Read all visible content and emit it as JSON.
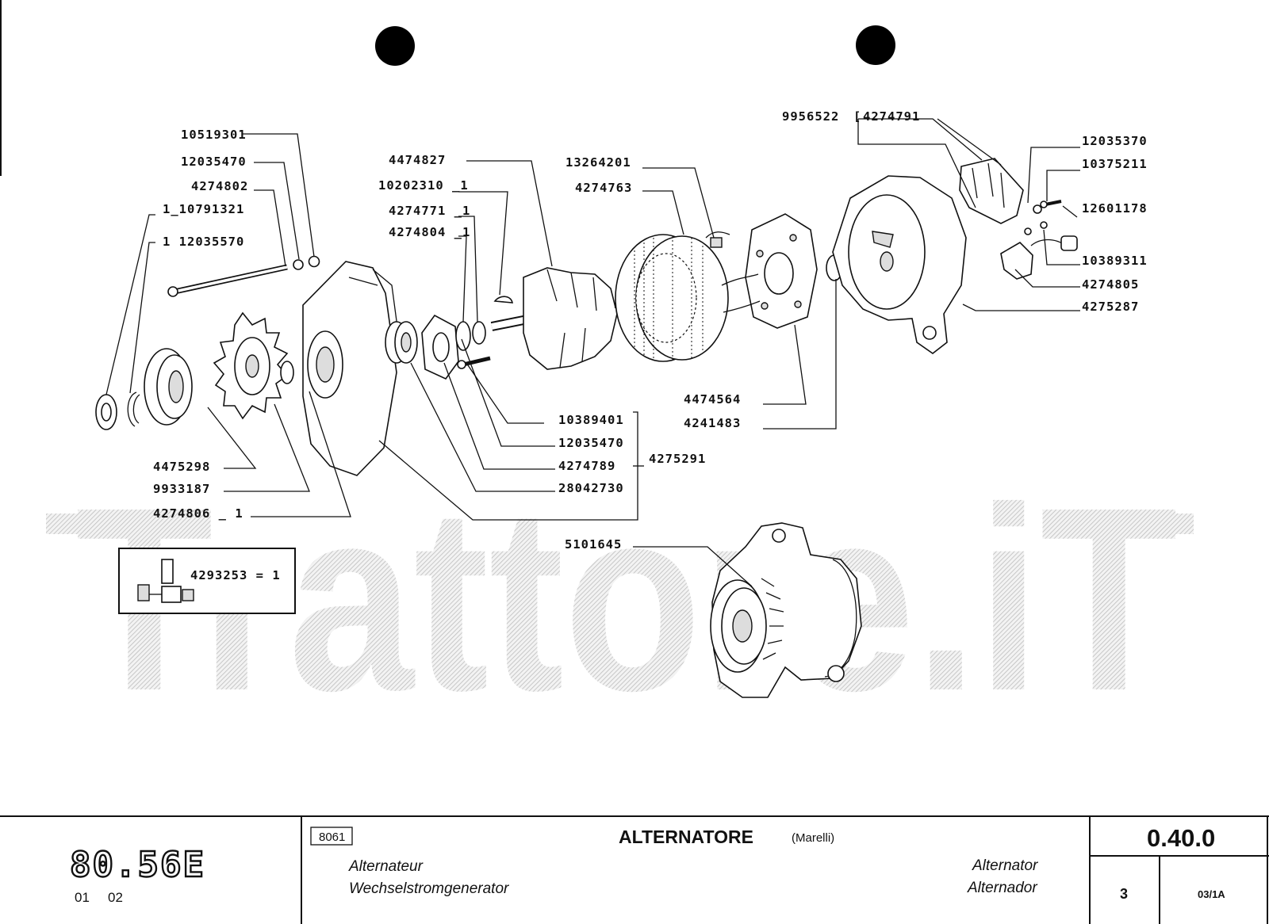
{
  "watermark": "Trattore.iT",
  "callouts": [
    {
      "id": "c01",
      "text": "10519301"
    },
    {
      "id": "c02",
      "text": "12035470"
    },
    {
      "id": "c03",
      "text": "4274802"
    },
    {
      "id": "c04",
      "text": "1_10791321"
    },
    {
      "id": "c05",
      "text": "1  12035570"
    },
    {
      "id": "c06",
      "text": "4474827"
    },
    {
      "id": "c07",
      "text": "10202310 _1"
    },
    {
      "id": "c08",
      "text": "4274771 _1"
    },
    {
      "id": "c09",
      "text": "4274804 _1"
    },
    {
      "id": "c10",
      "text": "13264201"
    },
    {
      "id": "c11",
      "text": "4274763"
    },
    {
      "id": "c12",
      "text": "9956522"
    },
    {
      "id": "c13",
      "text": "4274791"
    },
    {
      "id": "c14",
      "text": "12035370"
    },
    {
      "id": "c15",
      "text": "10375211"
    },
    {
      "id": "c16",
      "text": "12601178"
    },
    {
      "id": "c17",
      "text": "10389311"
    },
    {
      "id": "c18",
      "text": "4274805"
    },
    {
      "id": "c19",
      "text": "4275287"
    },
    {
      "id": "c20",
      "text": "4474564"
    },
    {
      "id": "c21",
      "text": "4241483"
    },
    {
      "id": "c22",
      "text": "10389401"
    },
    {
      "id": "c23",
      "text": "12035470"
    },
    {
      "id": "c24",
      "text": "4274789"
    },
    {
      "id": "c25",
      "text": "28042730"
    },
    {
      "id": "c26",
      "text": "4275291"
    },
    {
      "id": "c27",
      "text": "4475298"
    },
    {
      "id": "c28",
      "text": "9933187"
    },
    {
      "id": "c29",
      "text": "4274806 _ 1"
    },
    {
      "id": "c30",
      "text": "5101645"
    }
  ],
  "kit_box": {
    "text": "4293253 = 1"
  },
  "footer": {
    "model": "80.56E",
    "model_sub_1": "01",
    "model_sub_2": "02",
    "code_box": "8061",
    "title": "ALTERNATORE",
    "title_sub": "(Marelli)",
    "fr": "Alternateur",
    "de": "Wechselstromgenerator",
    "en": "Alternator",
    "es": "Alternador",
    "page_code": "0.40.0",
    "sheet": "3",
    "revision": "03/1A"
  }
}
